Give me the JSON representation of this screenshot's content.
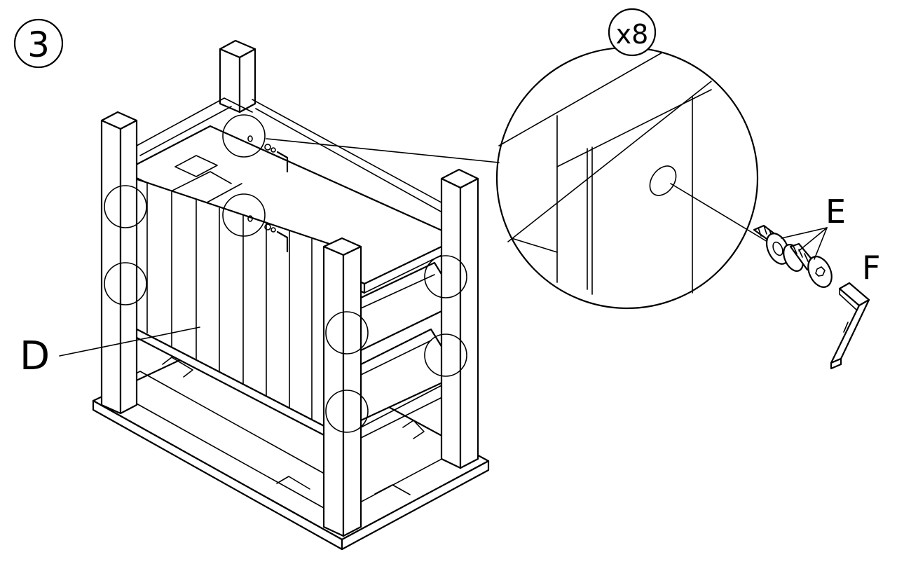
{
  "step": {
    "number": "3"
  },
  "callout": {
    "quantity": "x8"
  },
  "labels": {
    "panel": "D",
    "screw": "E",
    "hex_key": "F"
  }
}
